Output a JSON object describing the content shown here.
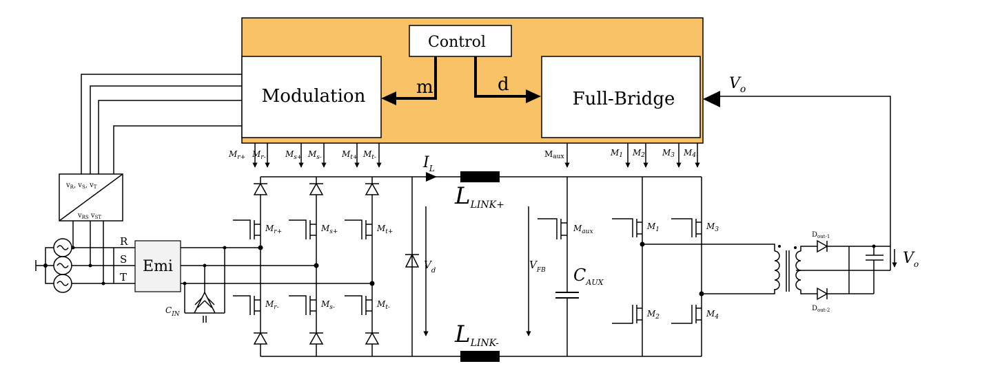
{
  "blocks": {
    "control": "Control",
    "modulation": "Modulation",
    "full_bridge": "Full-Bridge",
    "emi": "Emi"
  },
  "signals": {
    "m": "m",
    "d": "d",
    "vo_feedback": "V_o"
  },
  "gate_signals": [
    "M_r+",
    "M_r-",
    "M_s+",
    "M_s-",
    "M_t+",
    "M_t-",
    "M_aux",
    "M_1",
    "M_2",
    "M_3",
    "M_4"
  ],
  "sensor": {
    "top": "v_R, v_S, v_T",
    "bottom": "v_RS  v_ST"
  },
  "phases": [
    "R",
    "S",
    "T"
  ],
  "components": {
    "c_in": "C_IN",
    "l_link_plus": "L_LINK+",
    "l_link_minus": "L_LINK-",
    "i_l": "I_L",
    "v_d": "V_d",
    "v_fb": "V_FB",
    "c_aux": "C_AUX",
    "m_aux": "M_aux",
    "d_out_1": "D_out-1",
    "d_out_2": "D_out-2",
    "v_o": "V_o"
  },
  "switches": [
    "M_r+",
    "M_s+",
    "M_t+",
    "M_r-",
    "M_s-",
    "M_t-",
    "M_1",
    "M_2",
    "M_3",
    "M_4"
  ],
  "colors": {
    "control_panel": "#F9C266"
  }
}
